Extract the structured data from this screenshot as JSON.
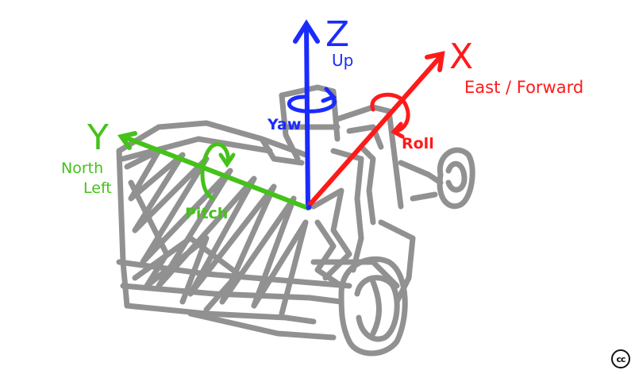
{
  "axes": {
    "x": {
      "letter": "X",
      "direction": "East / Forward",
      "rotation": "Roll",
      "color": "#ff1a1a"
    },
    "y": {
      "letter": "Y",
      "direction_line1": "North",
      "direction_line2": "Left",
      "rotation": "Pitch",
      "color": "#45c21a"
    },
    "z": {
      "letter": "Z",
      "direction": "Up",
      "rotation": "Yaw",
      "color": "#1a2bff"
    }
  },
  "sketch_color": "#8c8c8c",
  "license_badge": {
    "text": "cc",
    "icon": "creative-commons-icon"
  }
}
